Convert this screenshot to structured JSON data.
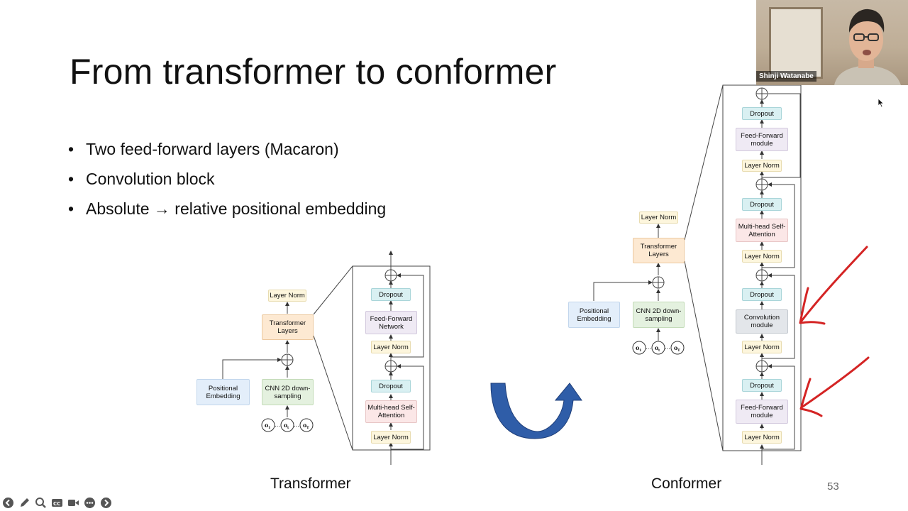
{
  "slide": {
    "title": "From transformer to conformer",
    "bullets": [
      "Two feed-forward layers (Macaron)",
      "Convolution block",
      "Absolute → relative positional embedding"
    ],
    "page_number": "53"
  },
  "transformer": {
    "caption": "Transformer",
    "layer_norm_top": "Layer Norm",
    "transformer_layers": "Transformer Layers",
    "positional_embedding": "Positional Embedding",
    "cnn": "CNN 2D down-sampling",
    "inputs": [
      "o1",
      "ot",
      "oT"
    ],
    "block": [
      "Dropout",
      "Feed-Forward Network",
      "Layer Norm",
      "Dropout",
      "Multi-head Self-Attention",
      "Layer Norm"
    ]
  },
  "conformer": {
    "caption": "Conformer",
    "layer_norm_top": "Layer Norm",
    "transformer_layers": "Transformer Layers",
    "positional_embedding": "Positional Embedding",
    "cnn": "CNN 2D down-sampling",
    "inputs": [
      "o1",
      "ot",
      "oT"
    ],
    "block": [
      "Dropout",
      "Feed-Forward module",
      "Layer Norm",
      "Dropout",
      "Multi-head Self-Attention",
      "Layer Norm",
      "Dropout",
      "Convolution module",
      "Layer Norm",
      "Dropout",
      "Feed-Forward module",
      "Layer Norm"
    ]
  },
  "video": {
    "participant_name": "Shinji Watanabe"
  },
  "toolbar": [
    "back-icon",
    "pen-icon",
    "zoom-icon",
    "captions-icon",
    "video-icon",
    "more-icon",
    "forward-icon"
  ],
  "colors": {
    "arrow_blue": "#2f5da8",
    "annotation_red": "#d42424"
  }
}
